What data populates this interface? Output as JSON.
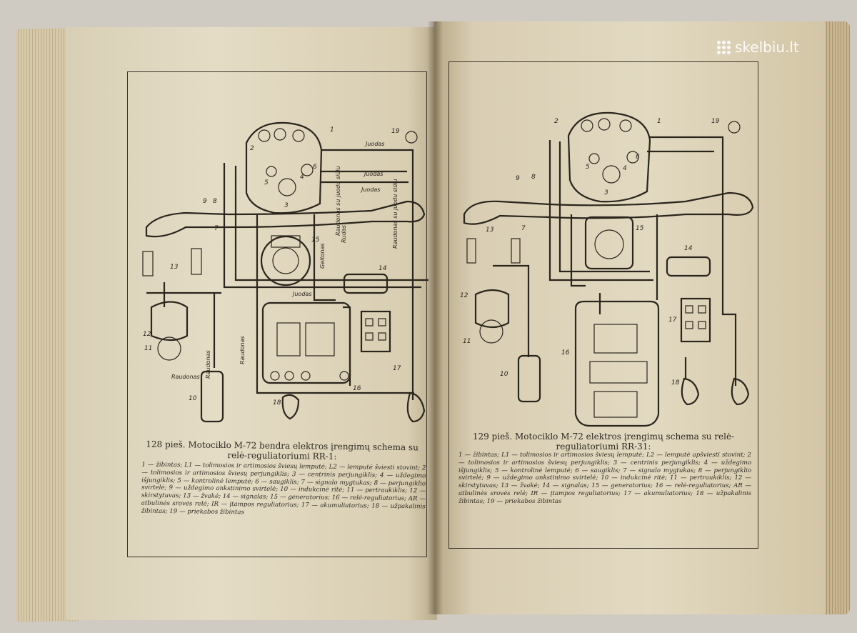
{
  "watermark": {
    "text": "skelbiu.lt",
    "icon": "dots-logo-icon"
  },
  "left_page": {
    "caption": "128 pieš. Motociklo M-72 bendra elektros įrengimų schema su relė-reguliatoriumi RR-1:",
    "legend": "1 — žibintas; L1 — tolimosios ir artimosios šviesų lemputė; L2 — lemputė šviesti stovint; 2 — tolimosios ir artimosios šviesų perjungiklis; 3 — centrinis perjungiklis; 4 — uždegimo išjungiklis; 5 — kontrolinė lemputė; 6 — saugiklis; 7 — signalo mygtukas; 8 — perjungiklio svirtelė; 9 — uždegimo ankstinimo svirtelė; 10 — indukcinė ritė; 11 — pertraukiklis; 12 — skirstytuvas; 13 — žvakė; 14 — signalas; 15 — generatorius; 16 — relė-reguliatorius; AR — atbulinės srovės relė; IR — įtampos reguliatorius; 17 — akumuliatorius; 18 — užpakalinis žibintas; 19 — priekabos žibintas",
    "wire_labels": [
      "Juodas",
      "Juodas",
      "Juodas",
      "Juodas",
      "Raudonas",
      "Raudonas",
      "Raudonas",
      "Geltonas",
      "Rudas",
      "Raudonas su juodu siūlu",
      "Raudonas su juodu siūlu"
    ],
    "diagram_numbers": [
      "1",
      "2",
      "3",
      "4",
      "5",
      "6",
      "7",
      "8",
      "9",
      "10",
      "11",
      "12",
      "13",
      "14",
      "15",
      "16",
      "17",
      "18",
      "19"
    ]
  },
  "right_page": {
    "caption": "129 pieš. Motociklo M-72 elektros įrengimų schema su relė-reguliatoriumi RR-31:",
    "legend": "1 — žibintas; L1 — tolimosios ir artimosios šviesų lemputė; L2 — lemputė apšviesti stovint; 2 — tolimosios ir artimosios šviesų perjungiklis; 3 — centrinis perjungiklis; 4 — uždegimo išjungiklis; 5 — kontrolinė lemputė; 6 — saugiklis; 7 — signalo mygtukas; 8 — perjungiklio svirtelė; 9 — uždegimo ankstinimo svirtelė; 10 — indukcinė ritė; 11 — pertraukiklis; 12 — skirstytuvas; 13 — žvakė; 14 — signalas; 15 — generatorius; 16 — relė-reguliatorius; AR — atbulinės srovės relė; IR — įtampos reguliatorius; 17 — akumuliatorius; 18 — užpakalinis žibintas; 19 — priekabos žibintas",
    "diagram_numbers": [
      "1",
      "2",
      "3",
      "4",
      "5",
      "6",
      "7",
      "8",
      "9",
      "10",
      "11",
      "12",
      "13",
      "14",
      "15",
      "16",
      "17",
      "18",
      "19"
    ]
  },
  "colors": {
    "paper": "#e2d9c1",
    "ink": "#2a251d",
    "background": "#cfcbc3"
  }
}
